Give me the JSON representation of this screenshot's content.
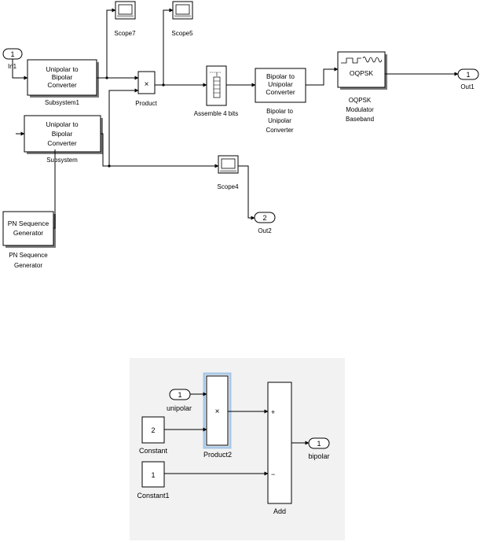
{
  "top": {
    "in1": {
      "number": "1",
      "label": "In1"
    },
    "subsystem1": {
      "line1": "Unipolar to",
      "line2": "Bipolar",
      "line3": "Converter",
      "label": "Subsystem1"
    },
    "scope7": {
      "label": "Scope7"
    },
    "scope5": {
      "label": "Scope5"
    },
    "scope4": {
      "label": "Scope4"
    },
    "product": {
      "symbol": "×",
      "label": "Product"
    },
    "assemble": {
      "label": "Assemble 4 bits"
    },
    "b2u": {
      "line1": "Bipolar to",
      "line2": "Unipolar",
      "line3": "Converter",
      "label1": "Bipolar to",
      "label2": "Unipolar",
      "label3": "Converter"
    },
    "oqpsk": {
      "title": "OQPSK",
      "label1": "OQPSK",
      "label2": "Modulator",
      "label3": "Baseband"
    },
    "out1": {
      "number": "1",
      "label": "Out1"
    },
    "subsystem": {
      "line1": "Unipolar to",
      "line2": "Bipolar",
      "line3": "Converter",
      "label": "Subsystem"
    },
    "out2": {
      "number": "2",
      "label": "Out2"
    },
    "pn": {
      "line1": "PN Sequence",
      "line2": "Generator",
      "label1": "PN Sequence",
      "label2": "Generator"
    }
  },
  "bottom": {
    "inport": {
      "number": "1",
      "label": "unipolar"
    },
    "constant": {
      "value": "2",
      "label": "Constant"
    },
    "constant1": {
      "value": "1",
      "label": "Constant1"
    },
    "product2": {
      "symbol": "×",
      "label": "Product2"
    },
    "add": {
      "plus": "+",
      "minus": "−",
      "label": "Add"
    },
    "outport": {
      "number": "1",
      "label": "bipolar"
    }
  },
  "colors": {
    "panel_bg": "#f2f2f2",
    "selection": "#a9c8e8",
    "lines": "#000000"
  }
}
